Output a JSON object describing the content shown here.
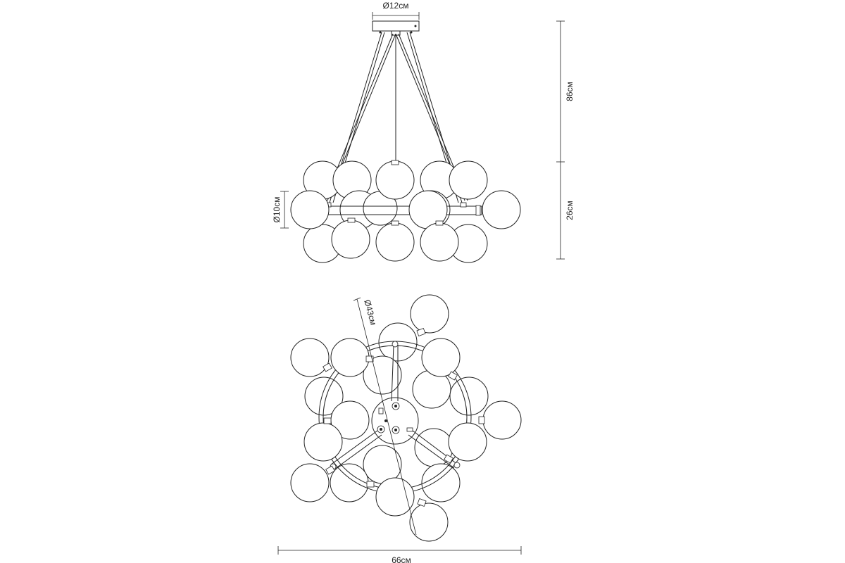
{
  "side_view": {
    "canopy_diameter": "Ø12см",
    "drop_height": "86см",
    "body_height": "26см",
    "globe_diameter": "Ø10см"
  },
  "top_view": {
    "ring_diameter": "Ø43см",
    "total_width": "66см"
  },
  "colors": {
    "line": "#222222",
    "background": "#ffffff"
  }
}
